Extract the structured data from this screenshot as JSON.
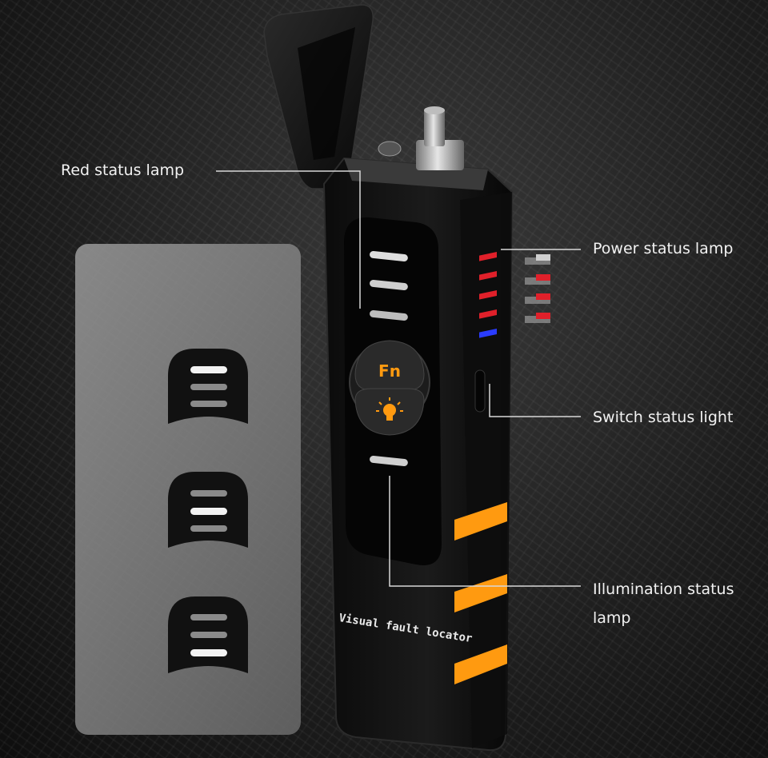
{
  "labels": {
    "red_status_lamp": "Red status lamp",
    "power_status_lamp": "Power status lamp",
    "switch_status_light": "Switch status light",
    "illumination_status_lamp_line1": "Illumination status",
    "illumination_status_lamp_line2": "lamp"
  },
  "device": {
    "fn_button_label": "Fn",
    "printed_name": "Visual fault locator",
    "light_button_icon": "lightbulb-icon"
  },
  "colors": {
    "accent_orange": "#ff9a10",
    "power_led_red": "#e0202a",
    "switch_led_blue": "#2a3cff",
    "lamp_white": "#e9e9e9"
  },
  "indicator_panel": {
    "lamp_states": [
      "top-lit",
      "middle-lit",
      "bottom-lit"
    ]
  }
}
